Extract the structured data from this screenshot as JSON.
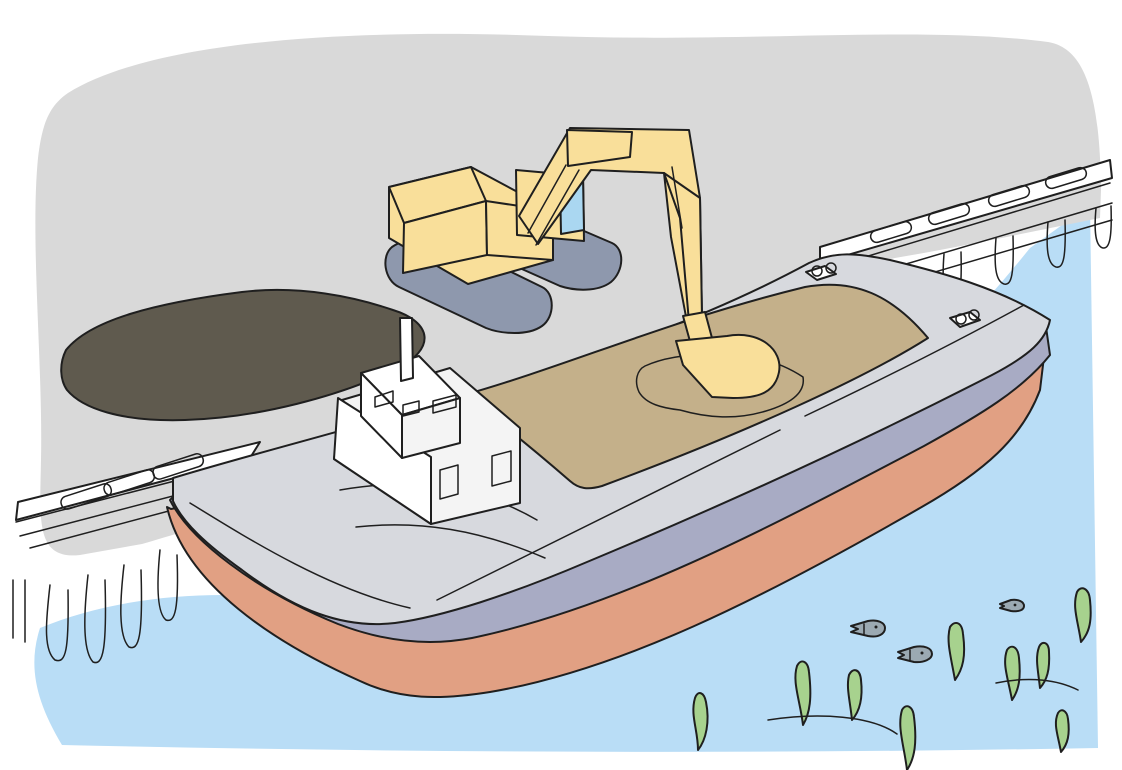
{
  "colors": {
    "background": "#ffffff",
    "dock": "#d9d9d9",
    "water": "#b9ddf6",
    "deck": "#d7d9de",
    "hull_band": "#a8abc4",
    "hull_bottom": "#e1a083",
    "cargo": "#c4b08a",
    "mud": "#5f5a4e",
    "excavator": "#f9df9a",
    "tracks": "#8e98ad",
    "glass": "#aad7f1",
    "cabin": "#f4f4f4",
    "seaweed": "#a7d28e",
    "fish": "#9ba9b2",
    "ink": "#1f1f1f"
  },
  "objects": [
    "quay",
    "mud-pile",
    "excavator",
    "barge",
    "pilot-cabin",
    "cargo-hold",
    "water",
    "fish",
    "seaweed"
  ]
}
